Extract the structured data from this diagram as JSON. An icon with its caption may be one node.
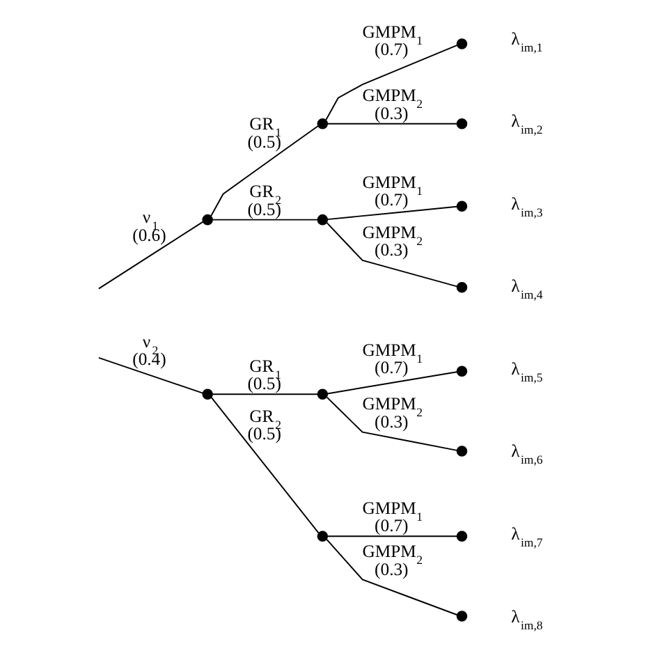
{
  "diagram": {
    "nodes": [
      {
        "text": [],
        "shape": "circle"
      },
      {
        "text": [],
        "shape": "circle"
      },
      {
        "text": [],
        "shape": "circle",
        "beside": [
          "λ$_{im,1}$"
        ]
      },
      {
        "text": [],
        "shape": "circle",
        "beside": [
          "λ$_{im,2}$"
        ]
      },
      {
        "text": [],
        "shape": "circle"
      },
      {
        "text": [],
        "shape": "circle",
        "beside": [
          "λ$_{im,3}$"
        ]
      },
      {
        "text": [],
        "shape": "circle",
        "beside": [
          "λ$_{im,4}$"
        ]
      },
      {
        "text": [],
        "shape": "circle"
      },
      {
        "text": [],
        "shape": "circle"
      },
      {
        "text": [],
        "shape": "circle",
        "beside": [
          "λ$_{im,5}$"
        ]
      },
      {
        "text": [],
        "shape": "circle",
        "beside": [
          "λ$_{im,6}$"
        ]
      },
      {
        "text": [],
        "shape": "circle"
      },
      {
        "text": [],
        "shape": "circle",
        "beside": [
          "λ$_{im,7}$"
        ]
      },
      {
        "text": [],
        "shape": "circle",
        "beside": [
          "λ$_{im,8}$"
        ]
      }
    ],
    "edges": [
      {
        "from": null,
        "to": 0,
        "arrow": "none",
        "label": "ν$_{1}$ (0.6)"
      },
      {
        "from": 0,
        "to": 1,
        "arrow": "none",
        "label": "GR$_{1}$ (0.5)"
      },
      {
        "from": 1,
        "to": 2,
        "arrow": "none",
        "label": "GMPM$_{1}$ (0.7)"
      },
      {
        "from": 1,
        "to": 3,
        "arrow": "none",
        "label": "GMPM$_{2}$ (0.3)"
      },
      {
        "from": 0,
        "to": 4,
        "arrow": "none",
        "label": "GR$_{2}$ (0.5)"
      },
      {
        "from": 4,
        "to": 5,
        "arrow": "none",
        "label": "GMPM$_{1}$ (0.7)"
      },
      {
        "from": 4,
        "to": 6,
        "arrow": "none",
        "label": "GMPM$_{2}$ (0.3)"
      },
      {
        "from": null,
        "to": 7,
        "arrow": "none",
        "label": "ν$_{2}$ (0.4)"
      },
      {
        "from": 7,
        "to": 8,
        "arrow": "none",
        "label": "GR$_{1}$ (0.5)"
      },
      {
        "from": 8,
        "to": 9,
        "arrow": "none",
        "label": "GMPM$_{1}$ (0.7)"
      },
      {
        "from": 8,
        "to": 10,
        "arrow": "none",
        "label": "GMPM$_{2}$ (0.3)"
      },
      {
        "from": 7,
        "to": 11,
        "arrow": "none",
        "label": "GR$_{2}$ (0.5)"
      },
      {
        "from": 11,
        "to": 12,
        "arrow": "none",
        "label": "GMPM$_{1}$ (0.7)"
      },
      {
        "from": 11,
        "to": 13,
        "arrow": "none",
        "label": "GMPM$_{2}$ (0.3)"
      }
    ]
  }
}
